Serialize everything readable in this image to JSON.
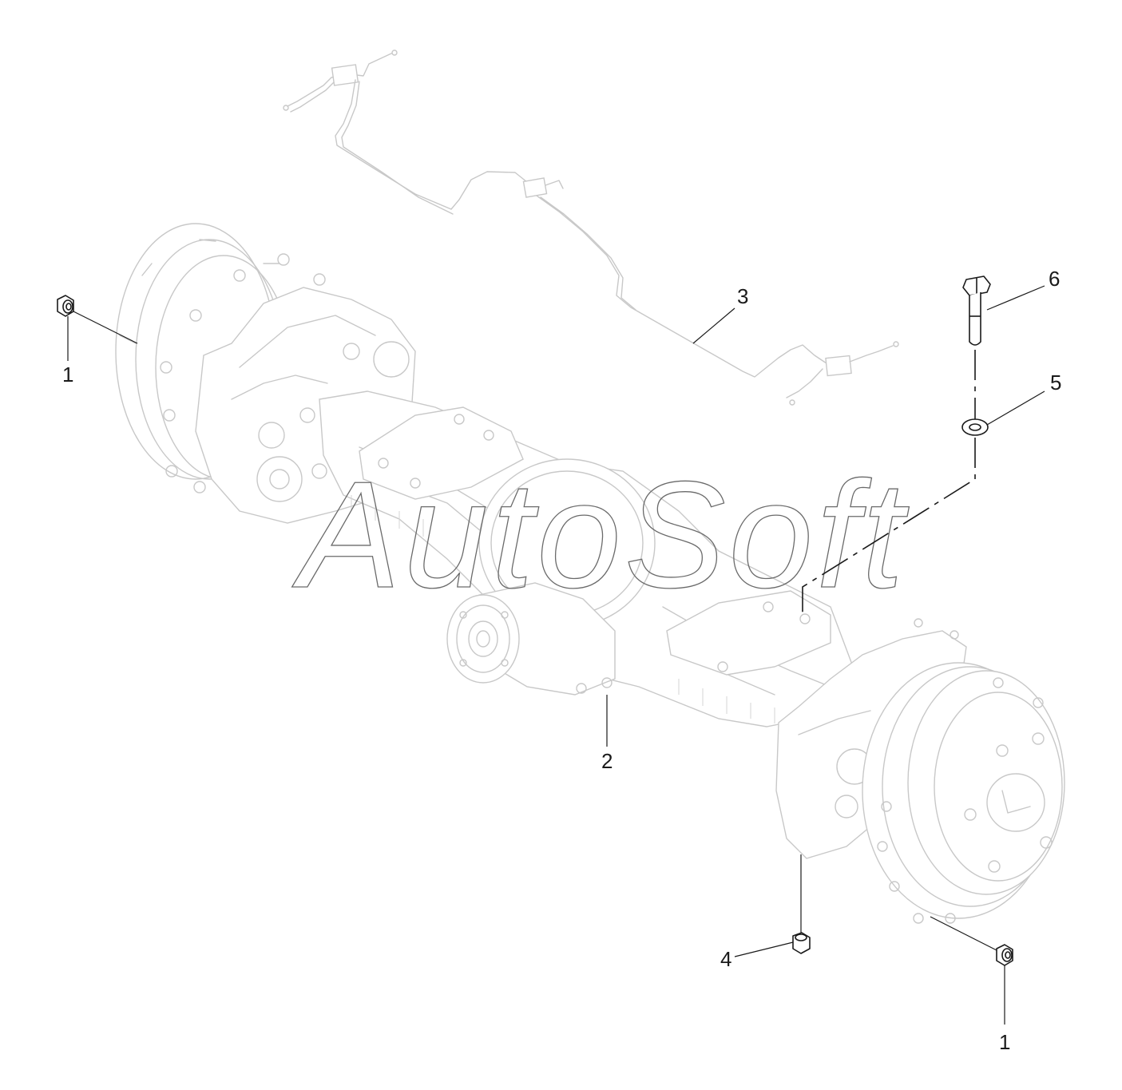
{
  "diagram": {
    "watermark": "AutoSoft",
    "callouts": [
      {
        "id": "1a",
        "label": "1"
      },
      {
        "id": "1b",
        "label": "1"
      },
      {
        "id": "2",
        "label": "2"
      },
      {
        "id": "3",
        "label": "3"
      },
      {
        "id": "4",
        "label": "4"
      },
      {
        "id": "5",
        "label": "5"
      },
      {
        "id": "6",
        "label": "6"
      }
    ]
  }
}
